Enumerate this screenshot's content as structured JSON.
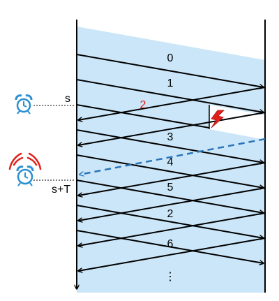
{
  "labels": {
    "time_s": "s",
    "time_s_plus_t": "s+T"
  },
  "packets": [
    "0",
    "1",
    "2",
    "3",
    "4",
    "5",
    "2",
    "6",
    "⋮"
  ],
  "lost_packet_index": 2,
  "colors": {
    "band_fill": "#cbe6f8",
    "line": "#000000",
    "lost_label": "#e0201b",
    "timeout_arrow": "#2a75b8",
    "clock": "#2a8fd0",
    "alarm_waves": "#e0201b",
    "lightning": "#e0201b"
  },
  "icons": [
    "alarm-clock-icon",
    "ringing-alarm-clock-icon",
    "lightning-icon"
  ]
}
